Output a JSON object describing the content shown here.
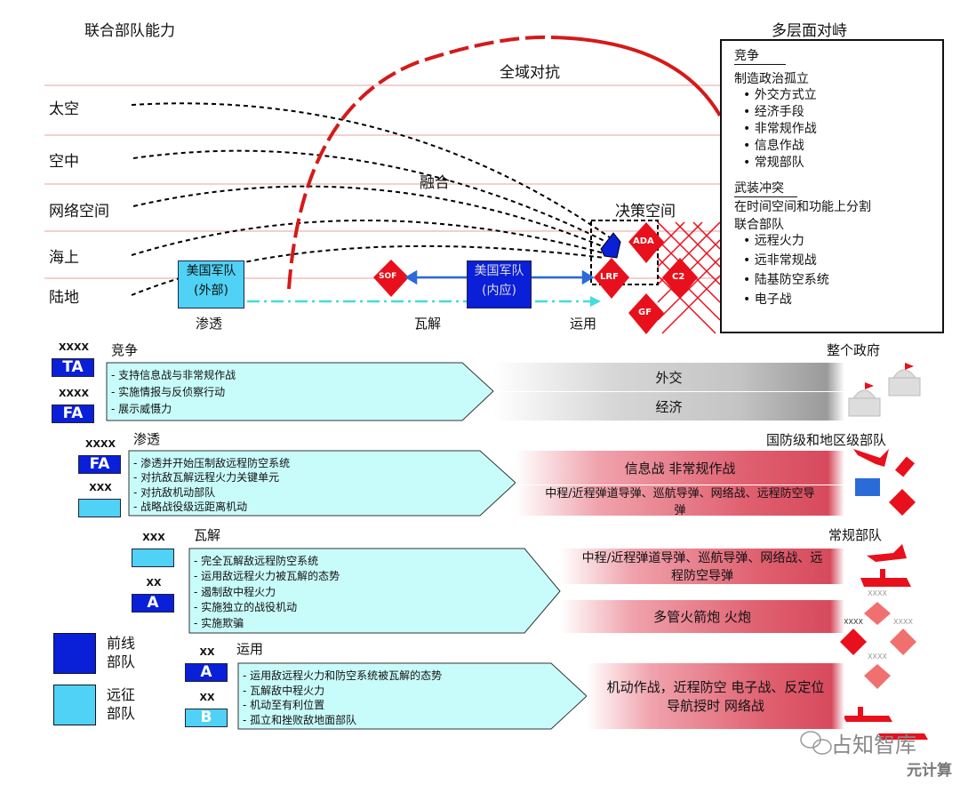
{
  "titles": {
    "left": "联合部队能力",
    "right": "多层面对峙"
  },
  "domains": [
    "太空",
    "空中",
    "网络空间",
    "海上",
    "陆地"
  ],
  "top": {
    "arc_label": "全域对抗",
    "fusion": "融合",
    "decision_space": "决策空间",
    "us_external": [
      "美国军队",
      "(外部)"
    ],
    "us_internal": [
      "美国军队",
      "(内应)"
    ],
    "phases": [
      "渗透",
      "瓦解",
      "运用"
    ],
    "diamonds": {
      "sof": "SOF",
      "ada": "ADA",
      "lrf": "LRF",
      "c2": "C2",
      "gf": "GF"
    }
  },
  "side_box": {
    "competition": "竞争",
    "comp_lead": "制造政治孤立",
    "comp_items": [
      "外交方式立",
      "经济手段",
      "非常规作战",
      "信息作战",
      "常规部队"
    ],
    "conflict": "武装冲突",
    "conf_lead1": "在时间空间和功能上分割",
    "conf_lead2": "联合部队",
    "conf_items": [
      "远程火力",
      "远非常规战",
      "陆基防空系统",
      "电子战"
    ]
  },
  "rows": [
    {
      "title": "竞争",
      "right_label": "整个政府",
      "units": [
        {
          "echelon": "XXXX",
          "label": "TA"
        },
        {
          "echelon": "XXXX",
          "label": "FA"
        }
      ],
      "items": [
        "- 支持信息战与非常规作战",
        "- 实施情报与反侦察行动",
        "- 展示威慑力"
      ],
      "bands": [
        "外交",
        "经济"
      ]
    },
    {
      "title": "渗透",
      "right_label": "国防级和地区级部队",
      "units": [
        {
          "echelon": "XXXX",
          "label": "FA"
        },
        {
          "echelon": "XXX",
          "label": ""
        }
      ],
      "items": [
        "- 渗透并开始压制敌远程防空系统",
        "- 对抗敌瓦解远程火力关键单元",
        "- 对抗敌机动部队",
        "- 战略战役级远距离机动"
      ],
      "bands": [
        "信息战  非常规作战",
        "中程/近程弹道导弹、巡航导弹、网络战、远程防空导弹"
      ]
    },
    {
      "title": "瓦解",
      "right_label": "常规部队",
      "units": [
        {
          "echelon": "XXX",
          "label": ""
        },
        {
          "echelon": "XX",
          "label": "A"
        }
      ],
      "items": [
        "- 完全瓦解敌远程防空系统",
        "- 运用敌远程火力被瓦解的态势",
        "- 遏制敌中程火力",
        "- 实施独立的战役机动",
        "- 实施欺骗"
      ],
      "bands": [
        "中程/近程弹道导弹、巡航导弹、网络战、远程防空导弹",
        "多管火箭炮   火炮"
      ]
    },
    {
      "title": "运用",
      "units": [
        {
          "echelon": "XX",
          "label": "A"
        },
        {
          "echelon": "XX",
          "label": "B"
        }
      ],
      "items": [
        "- 运用敌远程火力和防空系统被瓦解的态势",
        "- 瓦解敌中程火力",
        "- 机动至有利位置",
        "- 孤立和挫败敌地面部队"
      ],
      "bands": [
        "机动作战，近程防空   电子战、反定位",
        "导航授时   网络战"
      ]
    }
  ],
  "legend": {
    "front": [
      "前线",
      "部队"
    ],
    "expedition": [
      "远征",
      "部队"
    ]
  },
  "icons": {
    "echelon_small": "XXXX"
  },
  "watermark": {
    "main": "占知智库",
    "corner": "元计算"
  },
  "colors": {
    "red": "#e8101c",
    "dark_blue": "#0a1fd8",
    "light_blue": "#4fd2f5",
    "cyan_arrow": "#bff8f8"
  }
}
